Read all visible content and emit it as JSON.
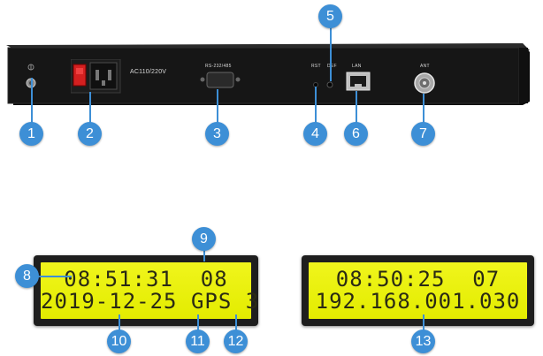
{
  "panel": {
    "power_label": "AC110/220V",
    "serial_label": "RS-232/485",
    "rst_label": "RST",
    "def_label": "DEF",
    "lan_label": "LAN",
    "ant_label": "ANT"
  },
  "callouts": [
    "1",
    "2",
    "3",
    "4",
    "5",
    "6",
    "7",
    "8",
    "9",
    "10",
    "11",
    "12",
    "13"
  ],
  "lcd1": {
    "line1": "08:51:31  08",
    "line2": "2019-12-25 GPS 3"
  },
  "lcd2": {
    "line1": "08:50:25  07",
    "line2": "192.168.001.030"
  },
  "colors": {
    "callout": "#3d8fd6",
    "lcd_background": "#e9f000",
    "panel": "#161616"
  }
}
